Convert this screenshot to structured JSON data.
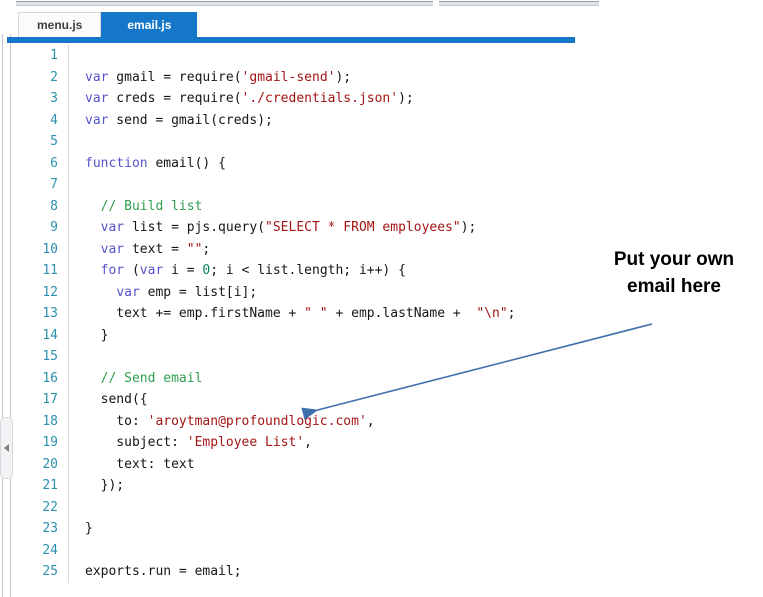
{
  "tabs": [
    {
      "label": "menu.js",
      "active": false
    },
    {
      "label": "email.js",
      "active": true
    }
  ],
  "annotation": {
    "lines": [
      "Put your own",
      "email here"
    ]
  },
  "colors": {
    "accent_blue": "#1577c8",
    "arrow_blue": "#3f6fad",
    "keyword": "#5555cc",
    "string": "#a31515",
    "comment": "#2e9e50",
    "number": "#098658",
    "line_number": "#2b91af",
    "text": "#161616"
  },
  "editor": {
    "language": "javascript",
    "lines": [
      {
        "n": 1,
        "segs": []
      },
      {
        "n": 2,
        "segs": [
          [
            "var",
            "kw"
          ],
          [
            " gmail = require(",
            "pl"
          ],
          [
            "'gmail-send'",
            "str"
          ],
          [
            ");",
            "pl"
          ]
        ]
      },
      {
        "n": 3,
        "segs": [
          [
            "var",
            "kw"
          ],
          [
            " creds = require(",
            "pl"
          ],
          [
            "'./credentials.json'",
            "str"
          ],
          [
            ");",
            "pl"
          ]
        ]
      },
      {
        "n": 4,
        "segs": [
          [
            "var",
            "kw"
          ],
          [
            " send = gmail(creds);",
            "pl"
          ]
        ]
      },
      {
        "n": 5,
        "segs": []
      },
      {
        "n": 6,
        "segs": [
          [
            "function",
            "kw"
          ],
          [
            " email() {",
            "pl"
          ]
        ]
      },
      {
        "n": 7,
        "segs": []
      },
      {
        "n": 8,
        "segs": [
          [
            "  // Build list",
            "com"
          ]
        ]
      },
      {
        "n": 9,
        "segs": [
          [
            "  ",
            "pl"
          ],
          [
            "var",
            "kw"
          ],
          [
            " list = pjs.query(",
            "pl"
          ],
          [
            "\"SELECT * FROM employees\"",
            "str"
          ],
          [
            ");",
            "pl"
          ]
        ]
      },
      {
        "n": 10,
        "segs": [
          [
            "  ",
            "pl"
          ],
          [
            "var",
            "kw"
          ],
          [
            " text = ",
            "pl"
          ],
          [
            "\"\"",
            "str"
          ],
          [
            ";",
            "pl"
          ]
        ]
      },
      {
        "n": 11,
        "segs": [
          [
            "  ",
            "pl"
          ],
          [
            "for",
            "kw"
          ],
          [
            " (",
            "pl"
          ],
          [
            "var",
            "kw"
          ],
          [
            " i = ",
            "pl"
          ],
          [
            "0",
            "num"
          ],
          [
            "; i < list.length; i++) {",
            "pl"
          ]
        ]
      },
      {
        "n": 12,
        "segs": [
          [
            "    ",
            "pl"
          ],
          [
            "var",
            "kw"
          ],
          [
            " emp = list[i];",
            "pl"
          ]
        ]
      },
      {
        "n": 13,
        "segs": [
          [
            "    text += emp.firstName + ",
            "pl"
          ],
          [
            "\" \"",
            "str"
          ],
          [
            " + emp.lastName +  ",
            "pl"
          ],
          [
            "\"\\n\"",
            "str"
          ],
          [
            ";",
            "pl"
          ]
        ]
      },
      {
        "n": 14,
        "segs": [
          [
            "  }",
            "pl"
          ]
        ]
      },
      {
        "n": 15,
        "segs": []
      },
      {
        "n": 16,
        "segs": [
          [
            "  // Send email",
            "com"
          ]
        ]
      },
      {
        "n": 17,
        "segs": [
          [
            "  send({",
            "pl"
          ]
        ]
      },
      {
        "n": 18,
        "segs": [
          [
            "    to: ",
            "pl"
          ],
          [
            "'aroytman@profoundlogic.com'",
            "str"
          ],
          [
            ",",
            "pl"
          ]
        ]
      },
      {
        "n": 19,
        "segs": [
          [
            "    subject: ",
            "pl"
          ],
          [
            "'Employee List'",
            "str"
          ],
          [
            ",",
            "pl"
          ]
        ]
      },
      {
        "n": 20,
        "segs": [
          [
            "    text: text",
            "pl"
          ]
        ]
      },
      {
        "n": 21,
        "segs": [
          [
            "  });",
            "pl"
          ]
        ]
      },
      {
        "n": 22,
        "segs": []
      },
      {
        "n": 23,
        "segs": [
          [
            "}",
            "pl"
          ]
        ]
      },
      {
        "n": 24,
        "segs": []
      },
      {
        "n": 25,
        "segs": [
          [
            "exports.run = email;",
            "pl"
          ]
        ]
      }
    ]
  }
}
